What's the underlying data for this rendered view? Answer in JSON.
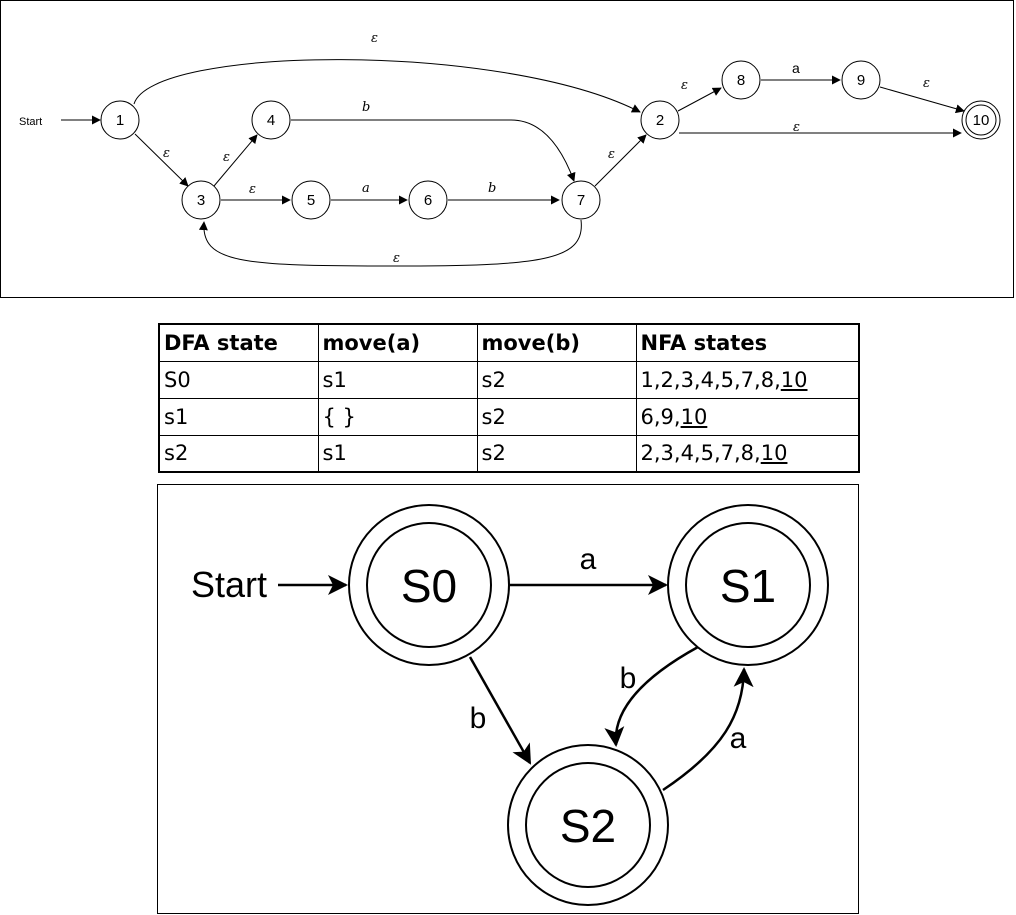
{
  "nfa": {
    "start_label": "Start",
    "states": [
      "1",
      "2",
      "3",
      "4",
      "5",
      "6",
      "7",
      "8",
      "9",
      "10"
    ],
    "accepting_state": "10",
    "edges": [
      {
        "from": "1",
        "to": "2",
        "label": "ε"
      },
      {
        "from": "1",
        "to": "3",
        "label": "ε"
      },
      {
        "from": "3",
        "to": "4",
        "label": "ε"
      },
      {
        "from": "3",
        "to": "5",
        "label": "ε"
      },
      {
        "from": "4",
        "to": "7",
        "label": "b"
      },
      {
        "from": "5",
        "to": "6",
        "label": "a"
      },
      {
        "from": "6",
        "to": "7",
        "label": "b"
      },
      {
        "from": "7",
        "to": "3",
        "label": "ε"
      },
      {
        "from": "7",
        "to": "2",
        "label": "ε"
      },
      {
        "from": "2",
        "to": "8",
        "label": "ε"
      },
      {
        "from": "8",
        "to": "9",
        "label": "a"
      },
      {
        "from": "9",
        "to": "10",
        "label": "ε"
      },
      {
        "from": "2",
        "to": "10",
        "label": "ε"
      }
    ]
  },
  "table": {
    "headers": [
      "DFA state",
      "move(a)",
      "move(b)",
      "NFA states"
    ],
    "rows": [
      {
        "state": "S0",
        "move_a": "s1",
        "move_b": "s2",
        "nfa_prefix": "1,2,3,4,5,7,8,",
        "nfa_final": "10"
      },
      {
        "state": "s1",
        "move_a": "{ }",
        "move_b": "s2",
        "nfa_prefix": "6,9,",
        "nfa_final": "10"
      },
      {
        "state": "s2",
        "move_a": "s1",
        "move_b": "s2",
        "nfa_prefix": "2,3,4,5,7,8,",
        "nfa_final": "10"
      }
    ]
  },
  "dfa": {
    "start_label": "Start",
    "states": [
      "S0",
      "S1",
      "S2"
    ],
    "edges": [
      {
        "from": "S0",
        "to": "S1",
        "label": "a"
      },
      {
        "from": "S0",
        "to": "S2",
        "label": "b"
      },
      {
        "from": "S1",
        "to": "S2",
        "label": "b"
      },
      {
        "from": "S2",
        "to": "S1",
        "label": "a"
      }
    ]
  }
}
